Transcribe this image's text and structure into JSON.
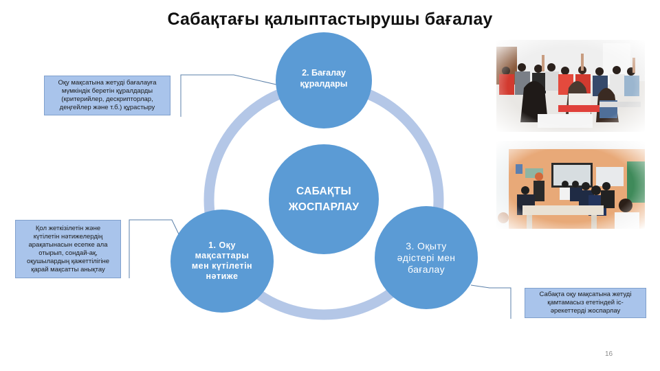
{
  "slide": {
    "title": "Сабақтағы қалыптастырушы бағалау",
    "page_number": "16"
  },
  "colors": {
    "node_fill": "#5B9BD5",
    "ring": "#B4C7E7",
    "note_fill": "#A9C4EB",
    "connector": "#5A7FA8"
  },
  "diagram": {
    "center": {
      "label": "САБАҚТЫ\nЖОСПАРЛАУ"
    },
    "nodes": [
      {
        "label": "1. Оқу\nмақсаттары\nмен күтілетін\nнәтиже"
      },
      {
        "label": "2. Бағалау\nқұралдары"
      },
      {
        "label": "3. Оқыту\nәдістері мен\nбағалау"
      }
    ]
  },
  "notes": {
    "top_left": "Оқу мақсатына жетуді бағалауға\nмүмкіндік беретін құралдарды\n(критерийлер, дескрипторлар,\nдеңгейлер және т.б.) құрастыру",
    "left": "Қол жеткізілетін  және\nкүтілетін нәтижелердің\nарақатынасын есепке ала\nотырып, сондай-ақ,\nоқушылардың қажеттілігіне\nқарай мақсатты анықтау",
    "right": "Сабақта оқу мақсатына жетуді\nқамтамасыз ететіндей іс-\nәрекеттерді жоспарлау"
  },
  "photos": [
    {
      "name": "students-raising-hands-photo"
    },
    {
      "name": "classroom-group-work-photo"
    }
  ]
}
